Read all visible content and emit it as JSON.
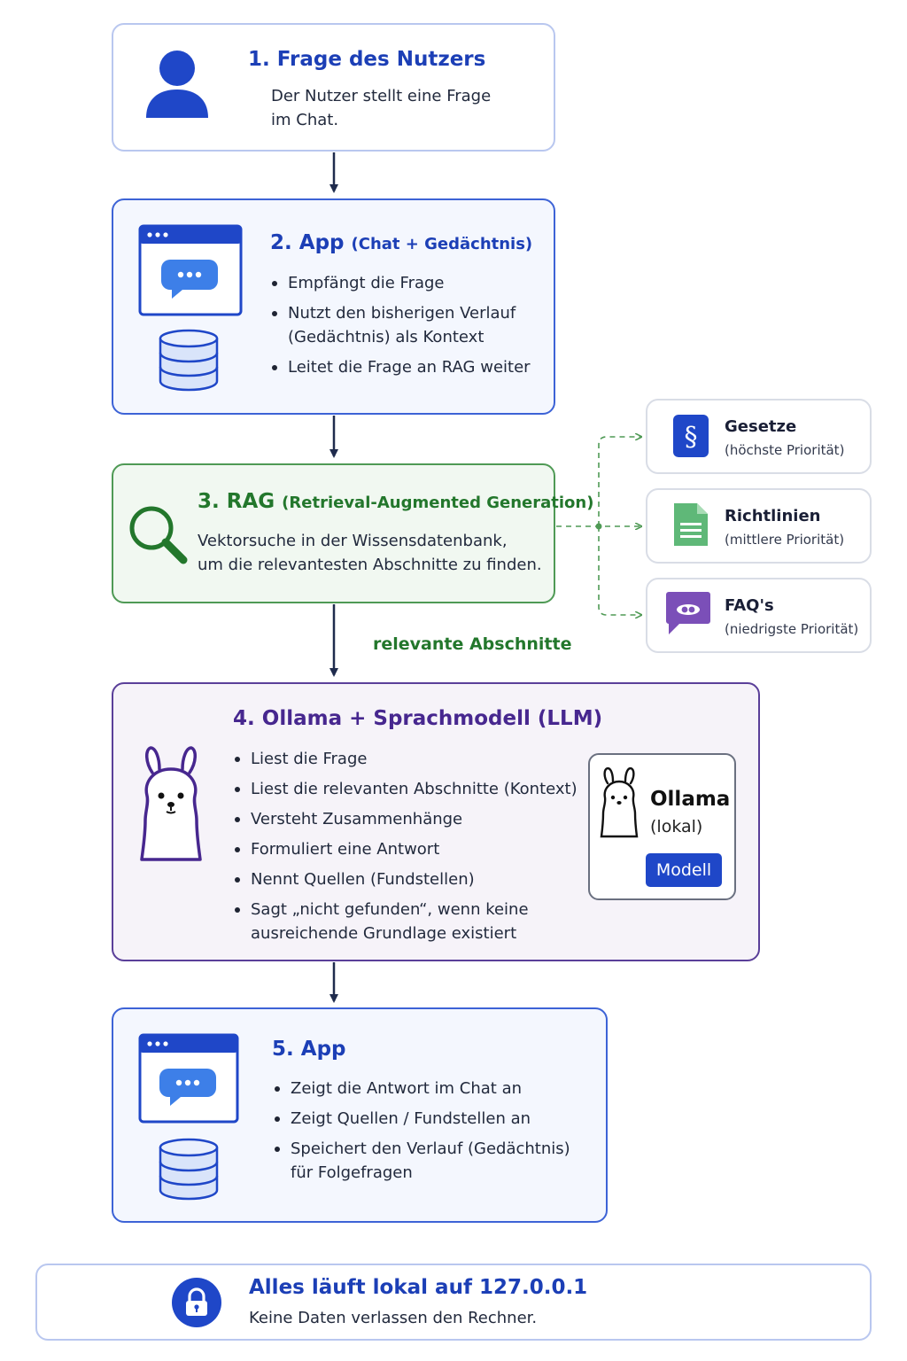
{
  "steps": {
    "s1": {
      "num": "1.",
      "title": "Frage des Nutzers",
      "text": [
        "Der Nutzer stellt eine Frage",
        "im Chat."
      ]
    },
    "s2": {
      "num": "2.",
      "title": "App",
      "title_suffix": "(Chat + Gedächtnis)",
      "bullets": [
        [
          "Empfängt die Frage"
        ],
        [
          "Nutzt den bisherigen Verlauf",
          "(Gedächtnis) als Kontext"
        ],
        [
          "Leitet die Frage an RAG weiter"
        ]
      ]
    },
    "s3": {
      "num": "3.",
      "title": "RAG",
      "title_suffix": "(Retrieval-Augmented Generation)",
      "text": [
        "Vektorsuche in der Wissensdatenbank,",
        "um die relevantesten Abschnitte zu finden."
      ]
    },
    "s4": {
      "num": "4.",
      "title": "Ollama + Sprachmodell (LLM)",
      "bullets": [
        [
          "Liest die Frage"
        ],
        [
          "Liest die relevanten Abschnitte (Kontext)"
        ],
        [
          "Versteht Zusammenhänge"
        ],
        [
          "Formuliert eine Antwort"
        ],
        [
          "Nennt Quellen (Fundstellen)"
        ],
        [
          "Sagt „nicht gefunden“, wenn keine",
          "ausreichende Grundlage existiert"
        ]
      ]
    },
    "s5": {
      "num": "5.",
      "title": "App",
      "bullets": [
        [
          "Zeigt die Antwort im Chat an"
        ],
        [
          "Zeigt Quellen / Fundstellen an"
        ],
        [
          "Speichert den Verlauf (Gedächtnis)",
          "für Folgefragen"
        ]
      ]
    }
  },
  "sources": [
    {
      "name": "Gesetze",
      "priority": "(höchste Priorität)",
      "icon": "paragraph-icon",
      "color": "#1f47c8"
    },
    {
      "name": "Richtlinien",
      "priority": "(mittlere Priorität)",
      "icon": "document-icon",
      "color": "#5fb878"
    },
    {
      "name": "FAQ's",
      "priority": "(niedrigste Priorität)",
      "icon": "faq-chat-icon",
      "color": "#7b4fb8"
    }
  ],
  "edge_label": "relevante Abschnitte",
  "ollama": {
    "name": "Ollama",
    "sub": "(lokal)",
    "button": "Modell"
  },
  "footer": {
    "title": "Alles läuft lokal auf 127.0.0.1",
    "text": "Keine Daten verlassen den Rechner."
  },
  "colors": {
    "blue": "#1c3fb6",
    "green": "#23772c",
    "purple": "#47278f",
    "arrow": "#1f2b4d"
  }
}
